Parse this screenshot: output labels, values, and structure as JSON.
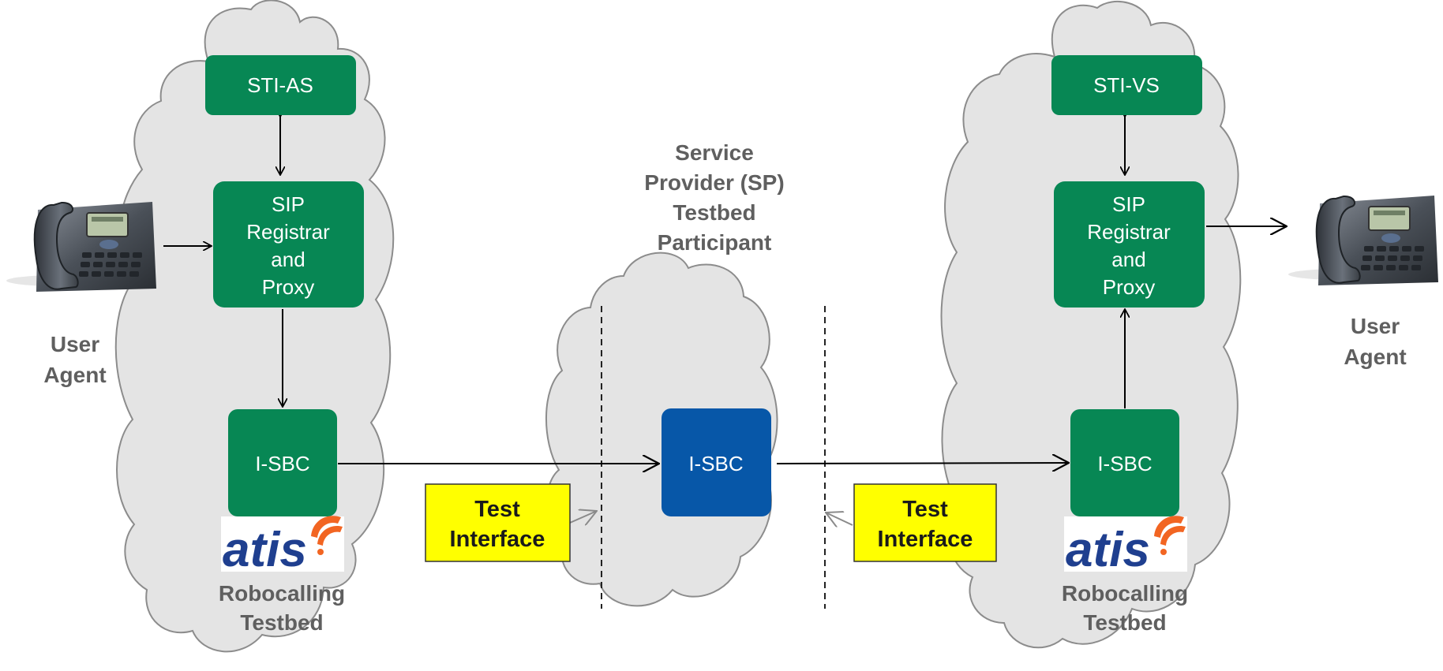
{
  "left": {
    "sti_box": "STI-AS",
    "sip_box": [
      "SIP",
      "Registrar",
      "and",
      "Proxy"
    ],
    "sbc_box": "I-SBC",
    "logo_text": "atis",
    "testbed_label": [
      "Robocalling",
      "Testbed"
    ],
    "user_agent_label": [
      "User",
      "Agent"
    ]
  },
  "center": {
    "title": [
      "Service",
      "Provider (SP)",
      "Testbed",
      "Participant"
    ],
    "sbc_box": "I-SBC"
  },
  "right": {
    "sti_box": "STI-VS",
    "sip_box": [
      "SIP",
      "Registrar",
      "and",
      "Proxy"
    ],
    "sbc_box": "I-SBC",
    "logo_text": "atis",
    "testbed_label": [
      "Robocalling",
      "Testbed"
    ],
    "user_agent_label": [
      "User",
      "Agent"
    ]
  },
  "test_interfaces": [
    [
      "Test",
      "Interface"
    ],
    [
      "Test",
      "Interface"
    ]
  ],
  "colors": {
    "green_box": "#078754",
    "blue_box": "#0757a8",
    "cloud_fill": "#e4e4e4",
    "cloud_stroke": "#8c8c8c",
    "test_interface_fill": "#ffff00",
    "label_gray": "#5f5f5f",
    "atis_blue": "#1f3f8f",
    "atis_orange": "#f26522"
  },
  "icons": {
    "phone": "ip-phone-icon",
    "logo": "atis-logo"
  }
}
